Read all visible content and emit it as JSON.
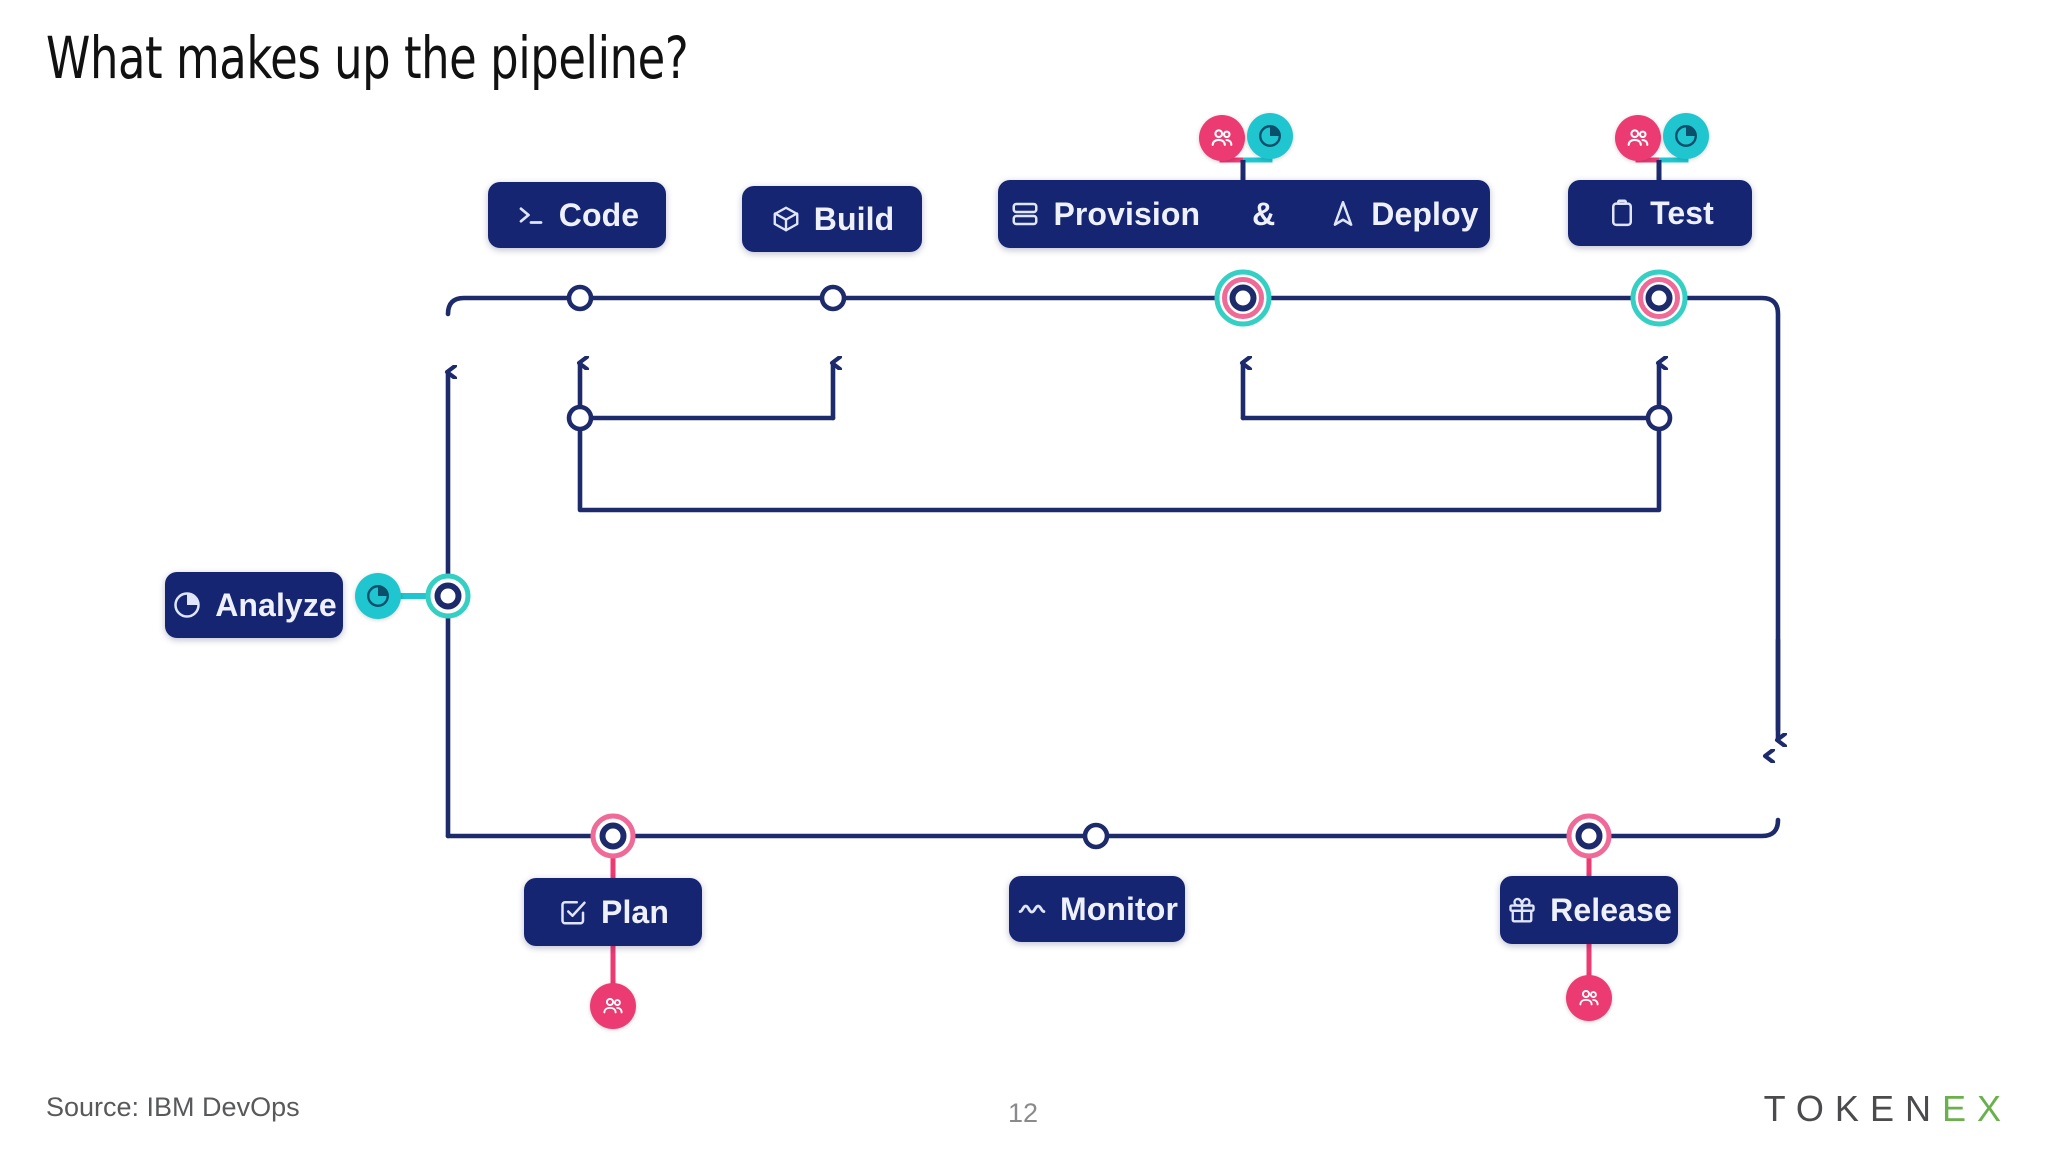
{
  "slide": {
    "title": "What makes up the pipeline?",
    "page_number": "12",
    "source_note": "Source: IBM DevOps",
    "background_color": "#ffffff"
  },
  "logo": {
    "text_dark": "TOKEN",
    "text_accent": "EX",
    "dark_color": "#4b4b4d",
    "accent_color": "#6ab04c"
  },
  "theme": {
    "box_fill": "#152572",
    "box_text": "#eef1fc",
    "line_color": "#1d2a6b",
    "pink": "#ec3a72",
    "teal": "#1fc6cf",
    "pink_ring": "#f06a97",
    "teal_ring": "#35cfc4"
  },
  "diagram": {
    "type": "pipeline-flow",
    "stages": [
      {
        "id": "code",
        "label": "Code",
        "icon": "terminal-prompt-icon",
        "row": "top",
        "badges": [],
        "node": "plain-circle"
      },
      {
        "id": "build",
        "label": "Build",
        "icon": "package-box-icon",
        "row": "top",
        "badges": [],
        "node": "plain-circle"
      },
      {
        "id": "provision",
        "label": "Provision",
        "icon": "server-stack-icon",
        "row": "top",
        "badges": [
          "people",
          "analytics"
        ],
        "node": "triple-ring"
      },
      {
        "id": "deploy",
        "label": "Deploy",
        "icon": "rocket-arrow-icon",
        "row": "top",
        "badges": [],
        "node": "none"
      },
      {
        "id": "test",
        "label": "Test",
        "icon": "clipboard-icon",
        "row": "top",
        "badges": [
          "people",
          "analytics"
        ],
        "node": "triple-ring"
      },
      {
        "id": "analyze",
        "label": "Analyze",
        "icon": "pie-chart-icon",
        "row": "left",
        "badges": [
          "analytics"
        ],
        "node": "teal-ring"
      },
      {
        "id": "plan",
        "label": "Plan",
        "icon": "checklist-icon",
        "row": "bottom",
        "badges": [
          "people"
        ],
        "node": "pink-ring"
      },
      {
        "id": "monitor",
        "label": "Monitor",
        "icon": "pulse-wave-icon",
        "row": "bottom",
        "badges": [],
        "node": "plain-circle"
      },
      {
        "id": "release",
        "label": "Release",
        "icon": "gift-box-icon",
        "row": "bottom",
        "badges": [
          "people"
        ],
        "node": "pink-ring"
      }
    ],
    "connector_label": "&",
    "badge_legend": [
      {
        "name": "people",
        "icon": "people-group-icon",
        "color": "#ec3a72"
      },
      {
        "name": "analytics",
        "icon": "pie-chart-icon",
        "color": "#1fc6cf"
      }
    ]
  }
}
